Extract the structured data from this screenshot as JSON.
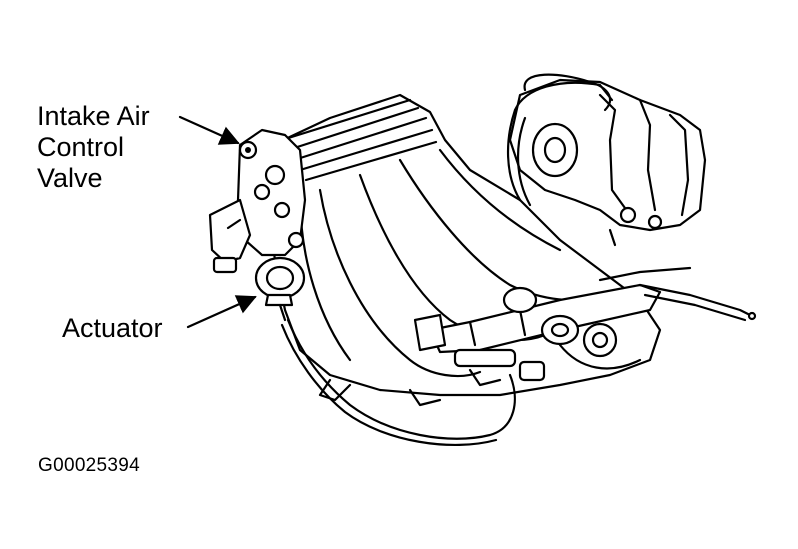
{
  "labels": {
    "intake_air_control_valve": [
      "Intake Air",
      "Control",
      "Valve"
    ],
    "actuator": "Actuator"
  },
  "figure_id": "G00025394",
  "colors": {
    "ink": "#000000",
    "background": "#ffffff"
  }
}
